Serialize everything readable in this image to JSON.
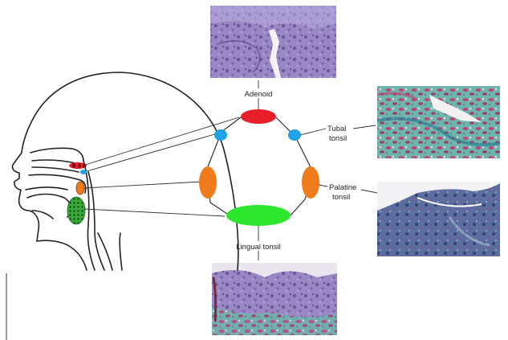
{
  "labels": {
    "adenoid": "Adenoid",
    "tubal_line1": "Tubal",
    "tubal_line2": "tonsil",
    "palatine_line1": "Palatine",
    "palatine_line2": "tonsil",
    "lingual": "Lingual tonsil"
  },
  "colors": {
    "adenoid": "#e81f2a",
    "tubal": "#1ea3e6",
    "palatine": "#f07b1a",
    "lingual": "#2ee62e",
    "outline": "#222222",
    "histology_purple": "#8b77b8",
    "histology_teal": "#5fa7a0"
  },
  "micrographs": [
    {
      "name": "adenoid-micrograph",
      "stain": "H&E, purple"
    },
    {
      "name": "tubal-tonsil-micrograph",
      "stain": "trichrome, teal/red"
    },
    {
      "name": "palatine-tonsil-micrograph",
      "stain": "trichrome, blue/purple"
    },
    {
      "name": "lingual-tonsil-micrograph",
      "stain": "trichrome, purple/teal"
    }
  ]
}
